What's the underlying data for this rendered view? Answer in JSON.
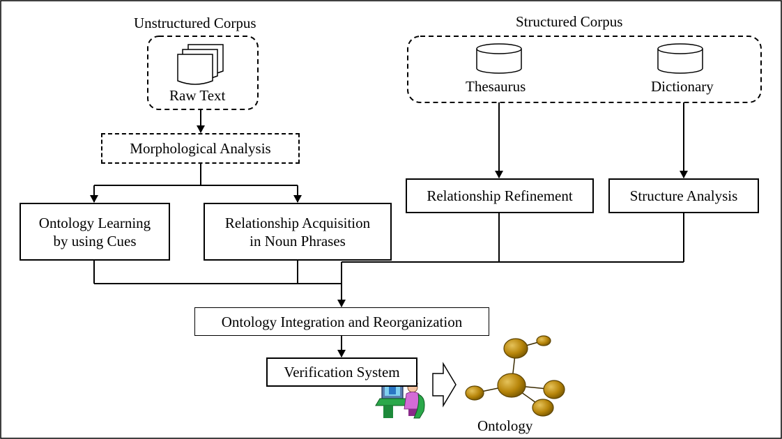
{
  "unstructured": {
    "title": "Unstructured Corpus",
    "item": "Raw Text"
  },
  "structured": {
    "title": "Structured Corpus",
    "items": [
      "Thesaurus",
      "Dictionary"
    ]
  },
  "steps": {
    "morphological": "Morphological Analysis",
    "ontology_learning": [
      "Ontology Learning",
      "by using Cues"
    ],
    "relationship_acquisition": [
      "Relationship Acquisition",
      "in Noun Phrases"
    ],
    "relationship_refinement": "Relationship Refinement",
    "structure_analysis": "Structure Analysis",
    "integration": "Ontology Integration and Reorganization",
    "verification": "Verification System"
  },
  "output": {
    "label": "Ontology"
  },
  "colors": {
    "node_fill": "#B8860B",
    "node_stroke": "#5C4300",
    "line": "#000000"
  }
}
